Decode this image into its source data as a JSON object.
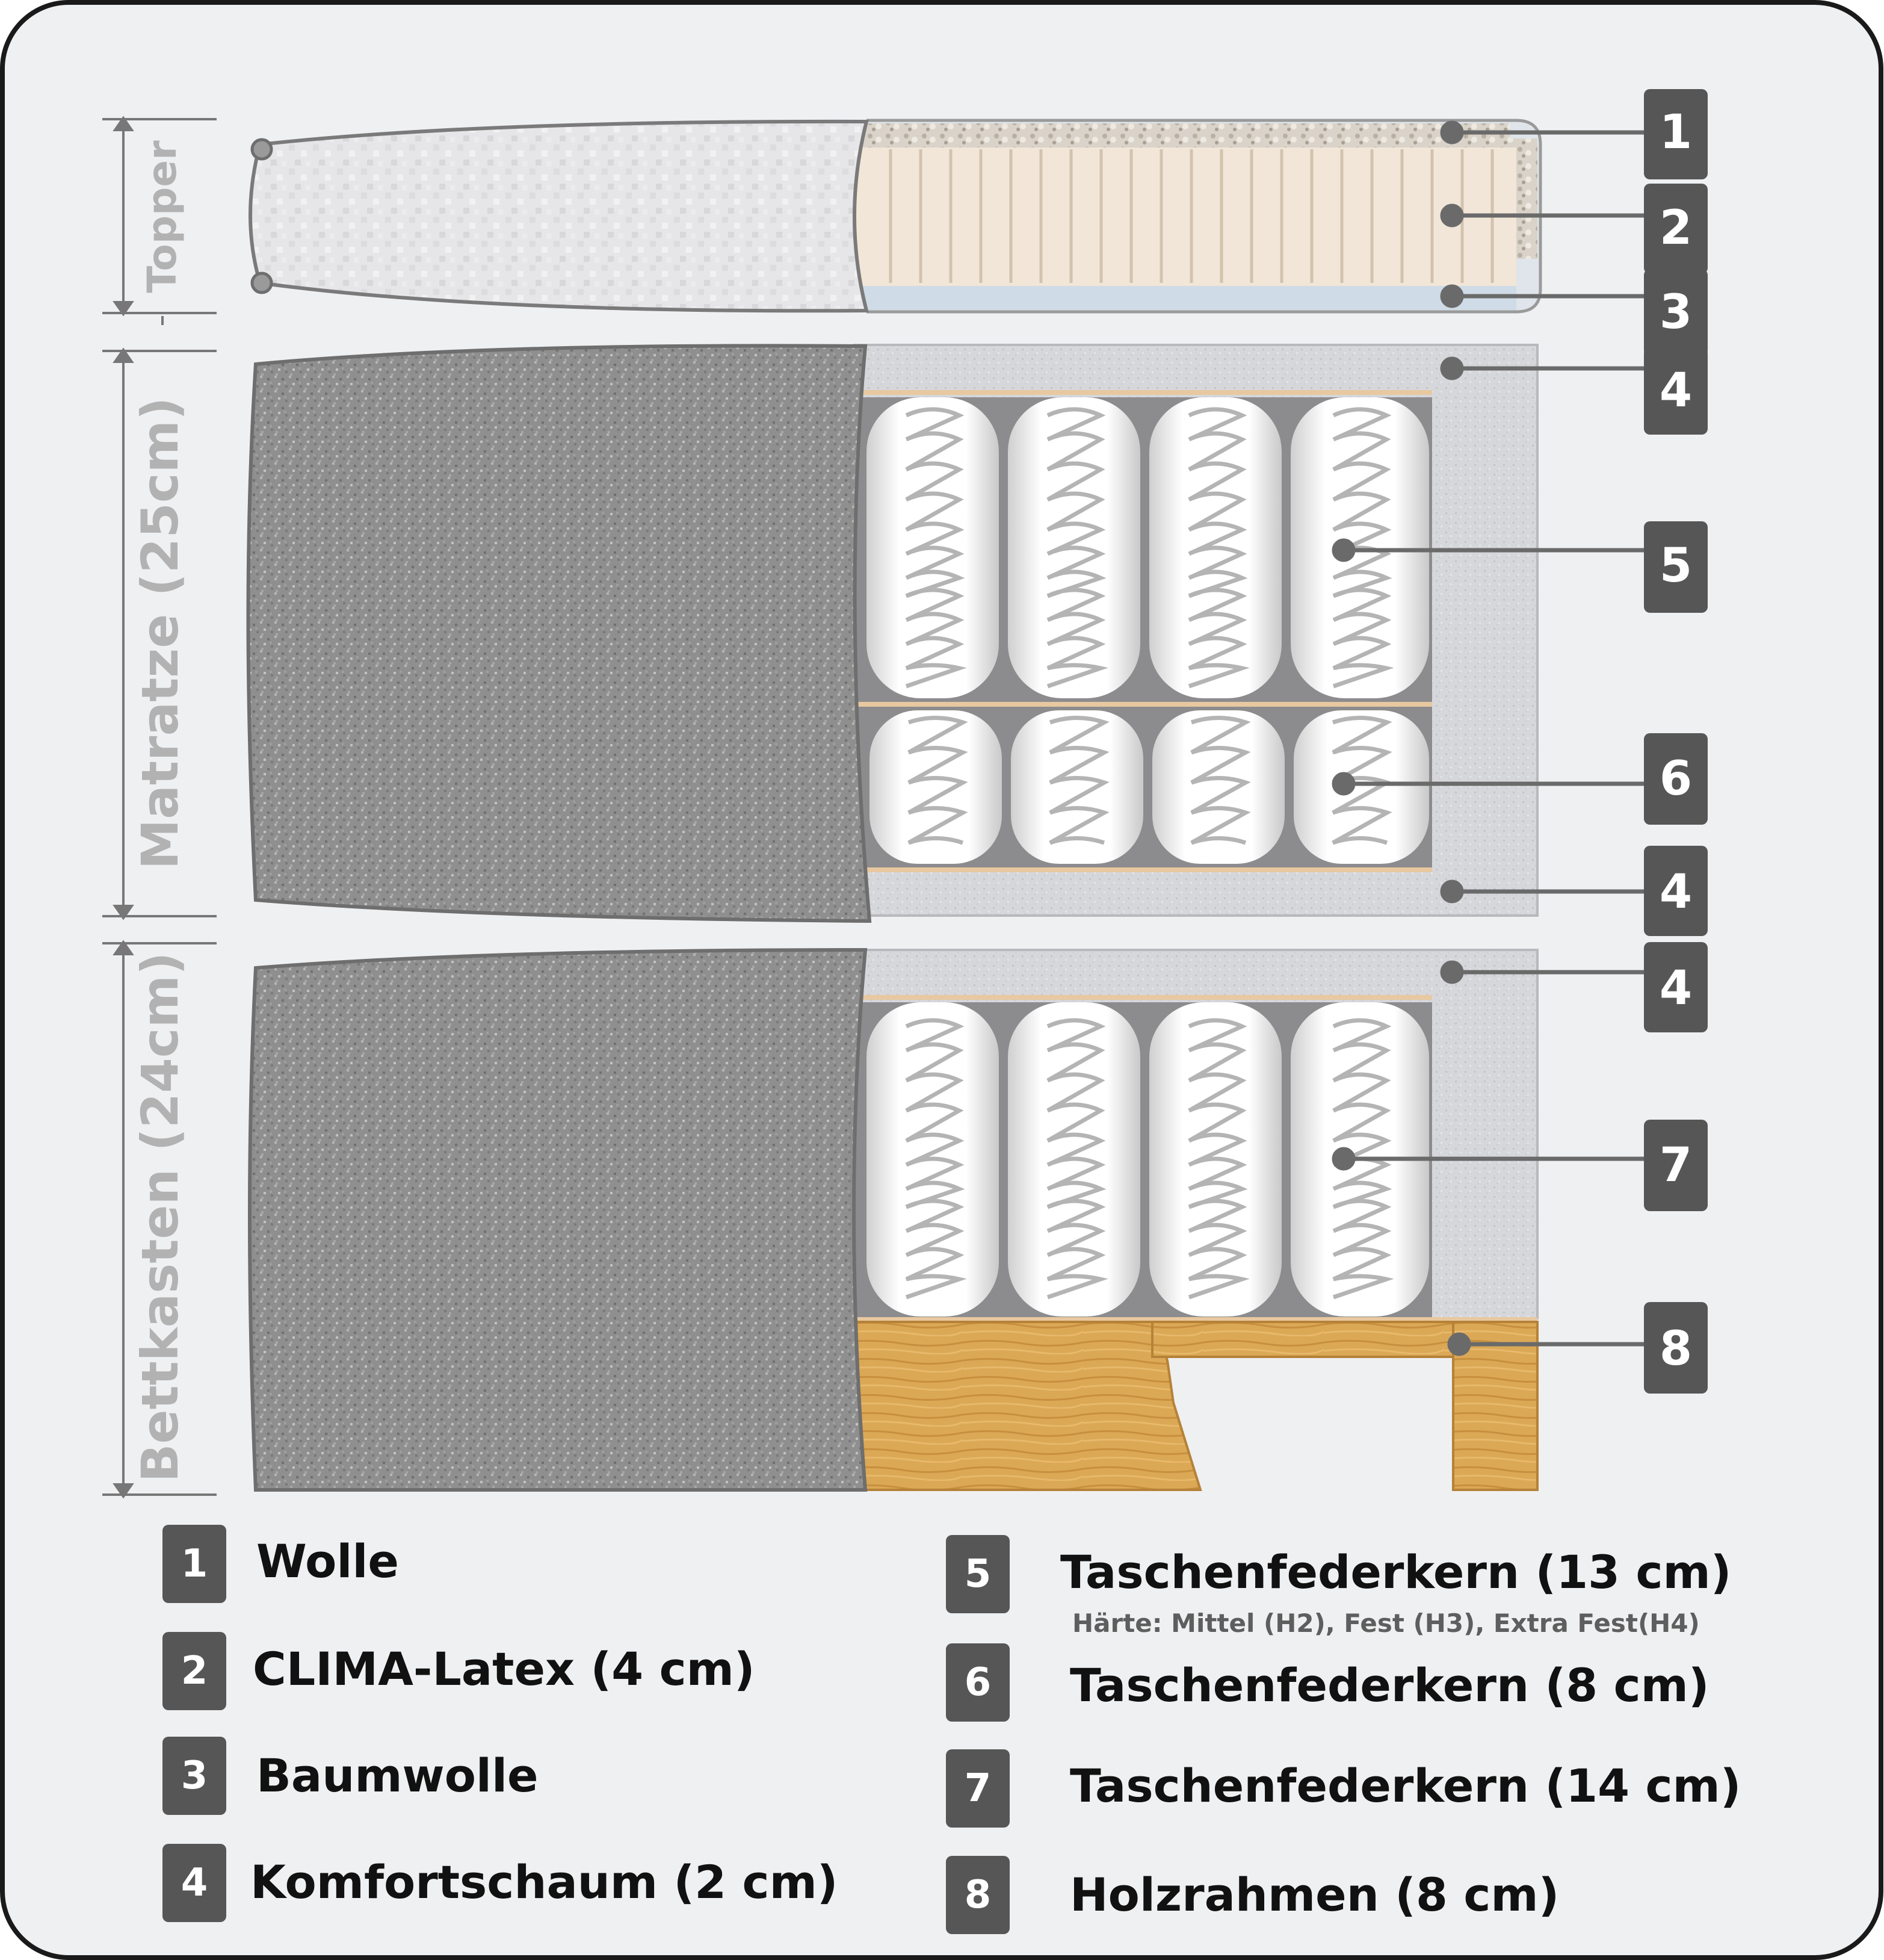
{
  "sections": {
    "topper": "Topper",
    "matratze": "Matratze (25cm)",
    "bettkasten": "Bettkasten (24cm)"
  },
  "callouts": [
    {
      "number": "1"
    },
    {
      "number": "2"
    },
    {
      "number": "3"
    },
    {
      "number": "4"
    },
    {
      "number": "5"
    },
    {
      "number": "6"
    },
    {
      "number": "4"
    },
    {
      "number": "4"
    },
    {
      "number": "7"
    },
    {
      "number": "8"
    }
  ],
  "legend": [
    {
      "number": "1",
      "label": "Wolle"
    },
    {
      "number": "2",
      "label": "CLIMA-Latex (4 cm)"
    },
    {
      "number": "3",
      "label": "Baumwolle"
    },
    {
      "number": "4",
      "label": "Komfortschaum (2 cm)"
    },
    {
      "number": "5",
      "label": "Taschenfederkern (13 cm)",
      "sublabel": "Härte: Mittel (H2), Fest (H3), Extra Fest(H4)"
    },
    {
      "number": "6",
      "label": "Taschenfederkern (8 cm)"
    },
    {
      "number": "7",
      "label": "Taschenfederkern (14 cm)"
    },
    {
      "number": "8",
      "label": "Holzrahmen (8 cm)"
    }
  ],
  "colors": {
    "background": "#eff0f2",
    "border": "#1a1a1a",
    "badge": "#565656",
    "fabric_dark": "#8f8f8f",
    "foam": "#d6d7db",
    "latex": "#f1e6d8",
    "wood": "#d9a553"
  }
}
